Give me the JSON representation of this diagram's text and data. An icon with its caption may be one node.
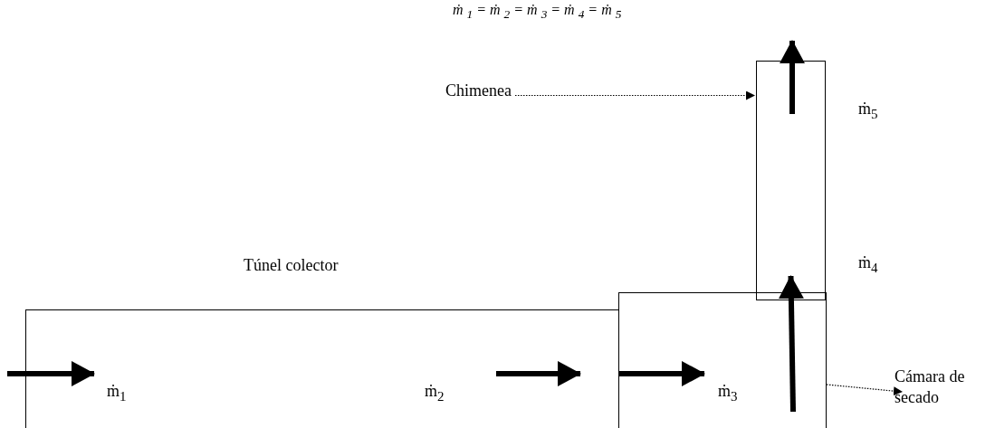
{
  "diagram": {
    "nodes": [
      {
        "text": [
          "Túnel colector"
        ]
      },
      {
        "text": [],
        "shape": "box"
      },
      {
        "text": [],
        "shape": "box"
      },
      {
        "text": [
          "Chimenea"
        ]
      },
      {
        "text": [
          "Cámara de secado"
        ]
      }
    ],
    "edges": [
      {
        "from": 3,
        "to": 2,
        "arrow": "to",
        "style": "dashed"
      },
      {
        "from": 1,
        "to": 4,
        "arrow": "to",
        "style": "dashed"
      },
      {
        "from": 1,
        "to": 2,
        "arrow": "to",
        "style": "thick"
      }
    ],
    "labels": [
      "ṁ $_{1}$ = ṁ $_{2}$ = ṁ $_{3}$ = ṁ $_{4}$ = ṁ $_{5}$",
      "ṁ$_{5}$",
      "ṁ$_{4}$",
      "ṁ$_{1}$",
      "ṁ$_{2}$",
      "ṁ$_{3}$"
    ]
  }
}
